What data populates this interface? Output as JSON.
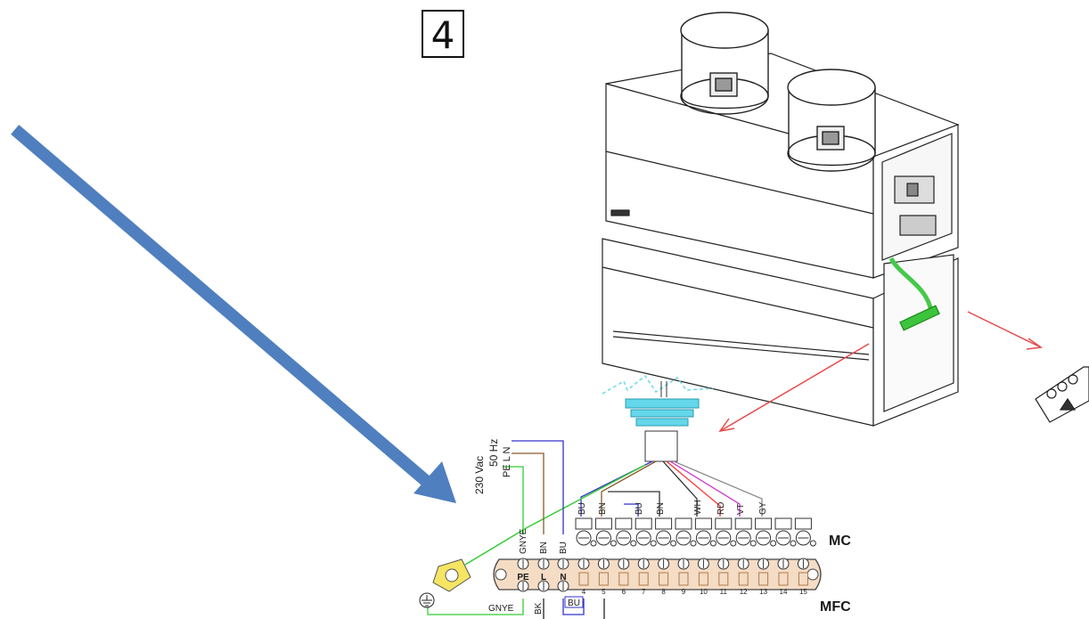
{
  "step_number": "4",
  "supply": {
    "voltage": "230 Vac",
    "frequency": "50 Hz",
    "phases": "PE  L  N"
  },
  "terminal_mc": "MC",
  "terminal_mfc": "MFC",
  "main_terminal_labels": [
    "PE",
    "L",
    "N"
  ],
  "main_wire_colors": [
    "GNYE",
    "BN",
    "BU"
  ],
  "lower_wire_labels": [
    "GNYE",
    "BK",
    "BU"
  ],
  "terminal_numbers": [
    "4",
    "5",
    "6",
    "7",
    "8",
    "9",
    "10",
    "11",
    "12",
    "13",
    "14",
    "15"
  ],
  "cable_wire_labels": [
    "BU",
    "BN",
    "BU",
    "BN",
    "WH",
    "RD",
    "VT",
    "GY"
  ],
  "colors": {
    "arrow": "#4f7fbf",
    "earth_wire": "#33cc33",
    "blue_wire": "#3333cc",
    "brown_wire": "#8b5a2b",
    "red_wire": "#ff3333",
    "violet_wire": "#cc33cc",
    "callout_arrow": "#e84a4a",
    "terminal_strip": "#f4dcc5",
    "grommet": "#64d7ea"
  }
}
